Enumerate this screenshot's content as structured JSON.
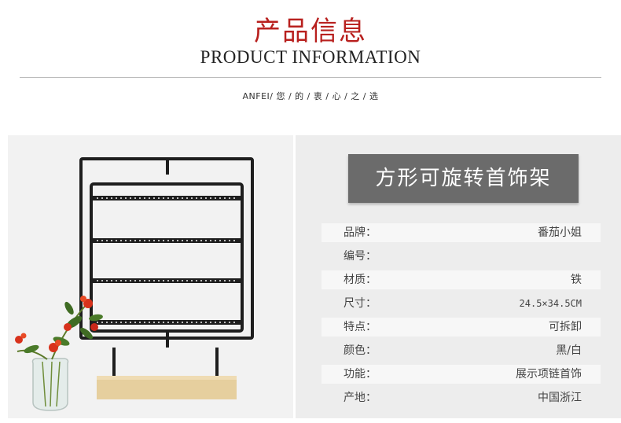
{
  "header": {
    "title_cn": "产品信息",
    "title_en": "PRODUCT INFORMATION",
    "slogan": "ANFEI/ 您 / 的 / 衷 / 心 / 之 / 选"
  },
  "product": {
    "name": "方形可旋转首饰架",
    "specs": [
      {
        "label": "品牌：",
        "value": "番茄小姐"
      },
      {
        "label": "编号：",
        "value": ""
      },
      {
        "label": "材质：",
        "value": "铁"
      },
      {
        "label": "尺寸：",
        "value": "24.5×34.5CM"
      },
      {
        "label": "特点：",
        "value": "可拆卸"
      },
      {
        "label": "颜色：",
        "value": "黑/白"
      },
      {
        "label": "功能：",
        "value": "展示项链首饰"
      },
      {
        "label": "产地：",
        "value": "中国浙江"
      }
    ]
  },
  "colors": {
    "title_red": "#b8201e",
    "name_box": "#6b6b6b",
    "panel_bg": "#ededed"
  }
}
